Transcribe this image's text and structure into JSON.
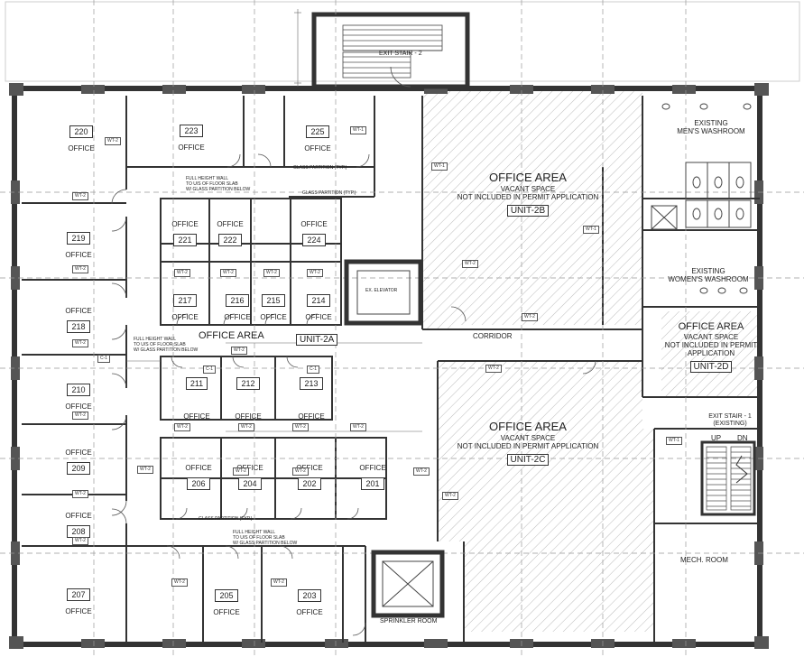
{
  "units": {
    "unit_2a": {
      "label": "UNIT-2A",
      "title": "OFFICE AREA"
    },
    "unit_2b": {
      "label": "UNIT-2B",
      "title": "OFFICE AREA",
      "line1": "VACANT SPACE",
      "line2": "NOT INCLUDED IN PERMIT APPLICATION"
    },
    "unit_2c": {
      "label": "UNIT-2C",
      "title": "OFFICE AREA",
      "line1": "VACANT SPACE",
      "line2": "NOT INCLUDED IN PERMIT APPLICATION"
    },
    "unit_2d": {
      "label": "UNIT-2D",
      "title": "OFFICE AREA",
      "line1": "VACANT SPACE",
      "line2": "NOT INCLUDED IN PERMIT",
      "line3": "APPLICATION"
    }
  },
  "rooms": {
    "r220": {
      "num": "220",
      "name": "OFFICE"
    },
    "r223": {
      "num": "223",
      "name": "OFFICE"
    },
    "r225": {
      "num": "225",
      "name": "OFFICE"
    },
    "r219": {
      "num": "219",
      "name": "OFFICE"
    },
    "r218": {
      "num": "218",
      "name": "OFFICE"
    },
    "r210": {
      "num": "210",
      "name": "OFFICE"
    },
    "r209": {
      "num": "209",
      "name": "OFFICE"
    },
    "r208": {
      "num": "208",
      "name": "OFFICE"
    },
    "r207": {
      "num": "207",
      "name": "OFFICE"
    },
    "r221": {
      "num": "221",
      "name": "OFFICE"
    },
    "r222": {
      "num": "222",
      "name": "OFFICE"
    },
    "r224": {
      "num": "224",
      "name": "OFFICE"
    },
    "r217": {
      "num": "217",
      "name": "OFFICE"
    },
    "r216": {
      "num": "216",
      "name": "OFFICE"
    },
    "r215": {
      "num": "215",
      "name": "OFFICE"
    },
    "r214": {
      "num": "214",
      "name": "OFFICE"
    },
    "r211": {
      "num": "211",
      "name": "OFFICE"
    },
    "r212": {
      "num": "212",
      "name": "OFFICE"
    },
    "r213": {
      "num": "213",
      "name": "OFFICE"
    },
    "r206": {
      "num": "206",
      "name": "OFFICE"
    },
    "r204": {
      "num": "204",
      "name": "OFFICE"
    },
    "r202": {
      "num": "202",
      "name": "OFFICE"
    },
    "r201": {
      "num": "201",
      "name": "OFFICE"
    },
    "r205": {
      "num": "205",
      "name": "OFFICE"
    },
    "r203": {
      "num": "203",
      "name": "OFFICE"
    }
  },
  "spaces": {
    "exit_stair_2": "EXIT STAIR - 2",
    "mens_line1": "EXISTING",
    "mens_line2": "MEN'S WASHROOM",
    "womens_line1": "EXISTING",
    "womens_line2": "WOMEN'S WASHROOM",
    "corridor": "CORRIDOR",
    "exit_stair_1_line1": "EXIT STAIR - 1",
    "exit_stair_1_line2": "(EXISTING)",
    "up": "UP",
    "dn": "DN",
    "mech_room": "MECH. ROOM",
    "sprinkler_room": "SPRINKLER ROOM",
    "elevator": "EX. ELEVATOR"
  },
  "notes": {
    "fhw_line1": "FULL HEIGHT WALL",
    "fhw_line2": "TO U/S OF FLOOR SLAB",
    "fhw_line3": "W/ GLASS PARTITION BELOW",
    "glass_partition": "GLASS PARTITION (TYP.)"
  },
  "tags": {
    "wt2": "WT-2",
    "c1": "C-1",
    "wt1": "WT-1"
  }
}
